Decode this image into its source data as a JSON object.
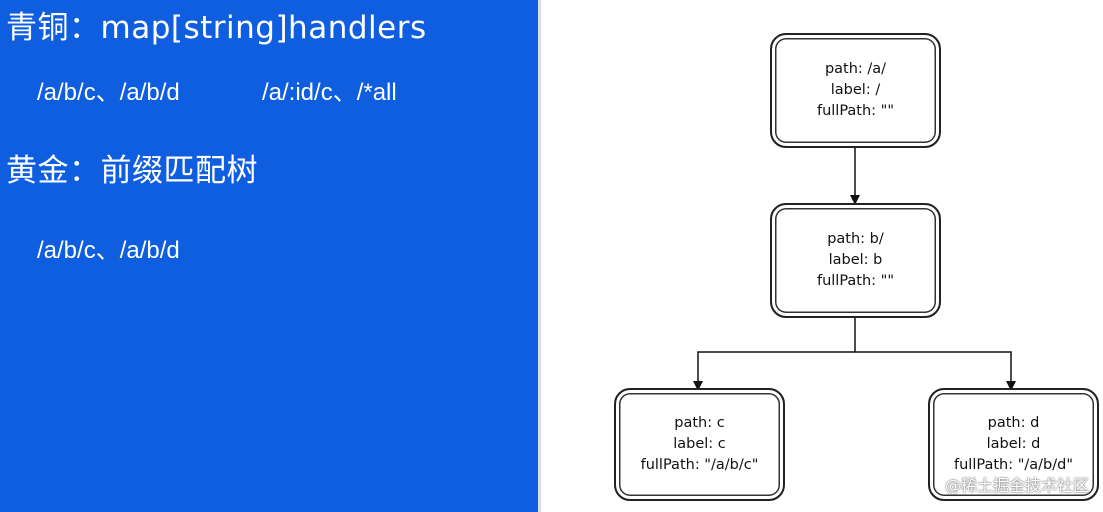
{
  "slide": {
    "bronze": {
      "label": "青铜：",
      "title": "map[string]handlers",
      "example1": "/a/b/c、/a/b/d",
      "example2": "/a/:id/c、/*all"
    },
    "gold": {
      "title": "黄金：前缀匹配树",
      "example": "/a/b/c、/a/b/d"
    }
  },
  "tree": {
    "root": {
      "path": "path: /a/",
      "label": "label: /",
      "fullPath": "fullPath: \"\""
    },
    "b": {
      "path": "path: b/",
      "label": "label: b",
      "fullPath": "fullPath: \"\""
    },
    "c": {
      "path": "path: c",
      "label": "label: c",
      "fullPath": "fullPath: \"/a/b/c\""
    },
    "d": {
      "path": "path: d",
      "label": "label: d",
      "fullPath": "fullPath: \"/a/b/d\""
    }
  },
  "watermark": "@稀土掘金技术社区",
  "colors": {
    "slide_background": "#0f5ee0",
    "text_on_slide": "#ffffff",
    "node_border": "#222222"
  }
}
